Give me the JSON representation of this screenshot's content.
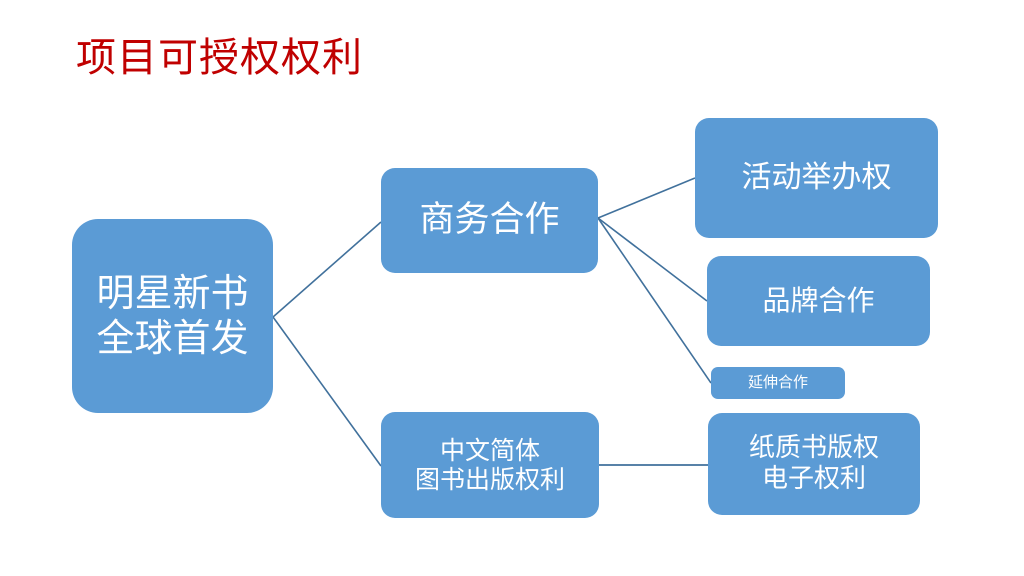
{
  "slide": {
    "title": "项目可授权权利",
    "title_color": "#C00000",
    "background": "#FFFFFF",
    "node_fill": "#5B9BD5",
    "node_text_color": "#FFFFFF",
    "connector_color": "#41719C"
  },
  "diagram": {
    "type": "mind-map",
    "root": {
      "id": "root",
      "label": "明星新书\n全球首发"
    },
    "branches": [
      {
        "id": "business",
        "label": "商务合作",
        "children": [
          {
            "id": "event-rights",
            "label": "活动举办权"
          },
          {
            "id": "brand-coop",
            "label": "品牌合作"
          },
          {
            "id": "extended-coop",
            "label": "延伸合作"
          }
        ]
      },
      {
        "id": "chinese-rights",
        "label": "中文简体\n图书出版权利",
        "children": [
          {
            "id": "book-rights",
            "label": "纸质书版权\n电子权利"
          }
        ]
      }
    ]
  }
}
